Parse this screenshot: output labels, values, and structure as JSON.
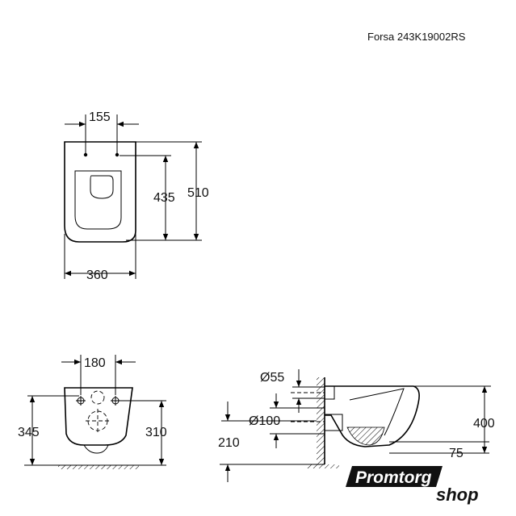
{
  "header": {
    "model": "Forsa 243K19002RS"
  },
  "top_view": {
    "width_mounting": "155",
    "depth_total": "510",
    "depth_seat": "435",
    "width_total": "360"
  },
  "front_view": {
    "mount_spacing": "180",
    "height_total": "345",
    "height_lower": "310"
  },
  "side_view": {
    "inlet_diameter": "Ø55",
    "outlet_diameter": "Ø100",
    "floor_to_outlet": "210",
    "height": "400",
    "outlet_offset": "75"
  },
  "logo": {
    "brand": "Promtorg",
    "suffix": "shop",
    "color": "#111111"
  }
}
